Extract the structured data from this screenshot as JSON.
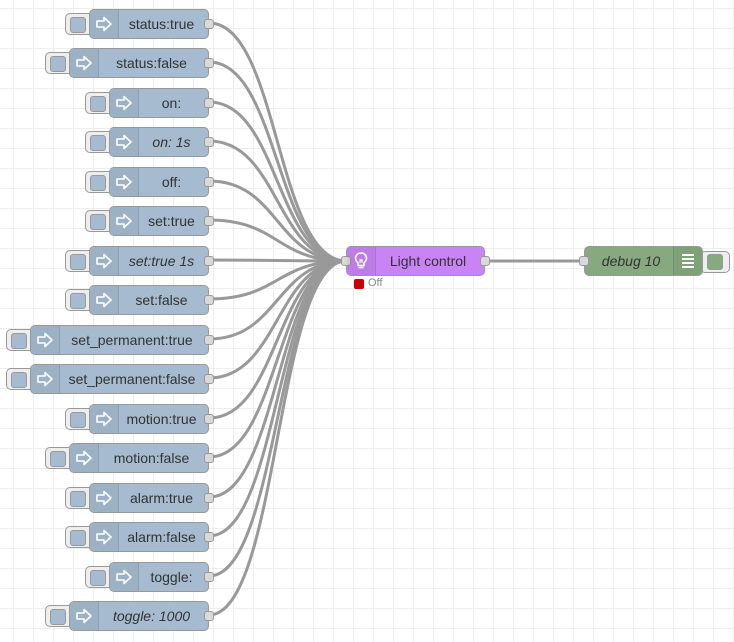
{
  "inject_nodes": [
    {
      "label": "status:true",
      "italic": false
    },
    {
      "label": "status:false",
      "italic": false
    },
    {
      "label": "on:",
      "italic": false
    },
    {
      "label": "on: 1s",
      "italic": true
    },
    {
      "label": "off:",
      "italic": false
    },
    {
      "label": "set:true",
      "italic": false
    },
    {
      "label": "set:true 1s",
      "italic": true
    },
    {
      "label": "set:false",
      "italic": false
    },
    {
      "label": "set_permanent:true",
      "italic": false
    },
    {
      "label": "set_permanent:false",
      "italic": false
    },
    {
      "label": "motion:true",
      "italic": false
    },
    {
      "label": "motion:false",
      "italic": false
    },
    {
      "label": "alarm:true",
      "italic": false
    },
    {
      "label": "alarm:false",
      "italic": false
    },
    {
      "label": "toggle:",
      "italic": false
    },
    {
      "label": "toggle: 1000",
      "italic": true
    }
  ],
  "light_control": {
    "label": "Light control",
    "icon": "light-bulb-icon",
    "status_text": "Off",
    "status_color": "#cc0000"
  },
  "debug": {
    "label": "debug 10",
    "icon": "list-lines-icon"
  },
  "colors": {
    "inject": "#a6bbcf",
    "light_control": "#c983f5",
    "debug": "#87a980",
    "wire": "#999999"
  }
}
